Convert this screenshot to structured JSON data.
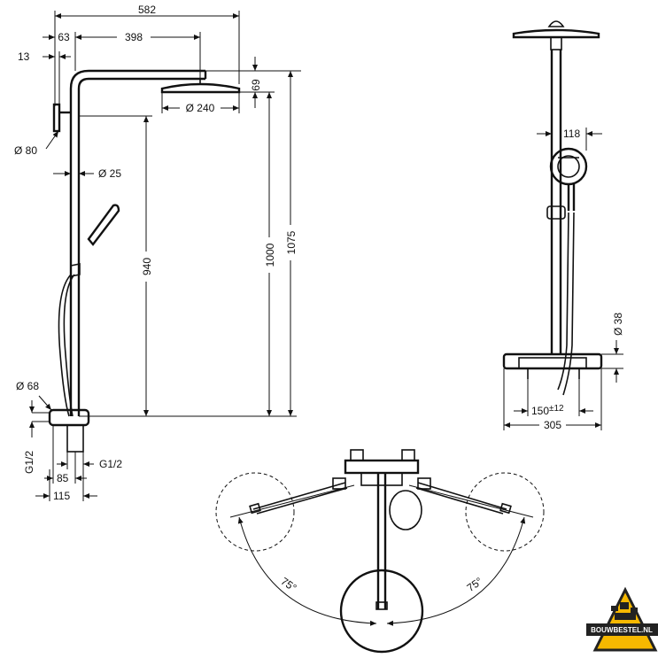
{
  "side_view": {
    "dims": {
      "total_width": "582",
      "offset_63": "63",
      "arm_398": "398",
      "offset_13": "13",
      "height_69": "69",
      "head_dia": "Ø 240",
      "wall_dia": "Ø 80",
      "pipe_dia": "Ø 25",
      "h_940": "940",
      "h_1000": "1000",
      "h_1075": "1075",
      "mixer_dia": "Ø 68",
      "inlet_left": "G1/2",
      "inlet_right": "G1/2",
      "d_85": "85",
      "d_115": "115"
    }
  },
  "front_view": {
    "dims": {
      "hand_118": "118",
      "pipe_38": "Ø 38",
      "center_150": "150",
      "tol": "±12",
      "width_305": "305"
    }
  },
  "top_view": {
    "angle_left": "75°",
    "angle_right": "75°"
  },
  "logo": {
    "text": "BOUWBESTEL.NL"
  }
}
